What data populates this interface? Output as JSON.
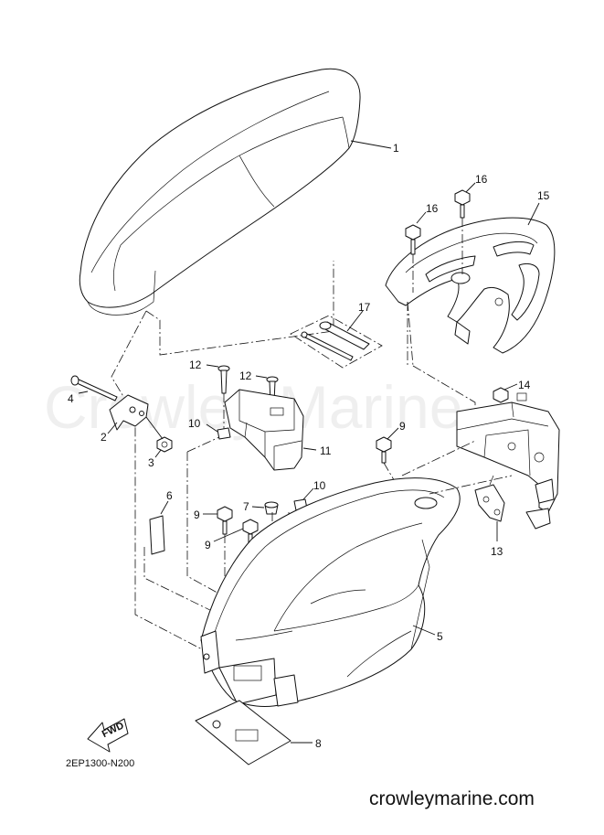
{
  "diagram": {
    "code": "2EP1300-N200",
    "website": "crowleymarine.com",
    "watermark": "Crowley Marine",
    "fwd_label": "FWD",
    "callouts": [
      {
        "id": "c1",
        "text": "1"
      },
      {
        "id": "c2",
        "text": "2"
      },
      {
        "id": "c3",
        "text": "3"
      },
      {
        "id": "c4",
        "text": "4"
      },
      {
        "id": "c5",
        "text": "5"
      },
      {
        "id": "c6",
        "text": "6"
      },
      {
        "id": "c7",
        "text": "7"
      },
      {
        "id": "c8",
        "text": "8"
      },
      {
        "id": "c9a",
        "text": "9"
      },
      {
        "id": "c9b",
        "text": "9"
      },
      {
        "id": "c9c",
        "text": "9"
      },
      {
        "id": "c10a",
        "text": "10"
      },
      {
        "id": "c10b",
        "text": "10"
      },
      {
        "id": "c11",
        "text": "11"
      },
      {
        "id": "c12a",
        "text": "12"
      },
      {
        "id": "c12b",
        "text": "12"
      },
      {
        "id": "c13",
        "text": "13"
      },
      {
        "id": "c14",
        "text": "14"
      },
      {
        "id": "c15",
        "text": "15"
      },
      {
        "id": "c16a",
        "text": "16"
      },
      {
        "id": "c16b",
        "text": "16"
      },
      {
        "id": "c17",
        "text": "17"
      }
    ]
  }
}
